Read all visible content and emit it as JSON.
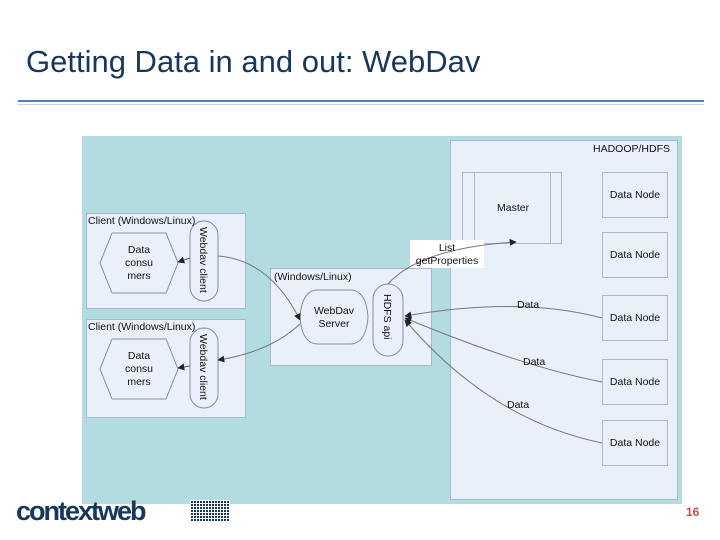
{
  "slide": {
    "title": "Getting Data in and out: WebDav",
    "page_number": "16",
    "logo": "contextweb"
  },
  "diagram": {
    "hadoop_label": "HADOOP/HDFS",
    "master_label": "Master",
    "data_nodes": [
      "Data Node",
      "Data Node",
      "Data Node",
      "Data Node",
      "Data Node"
    ],
    "clients": [
      {
        "title": "Client (Windows/Linux)",
        "consumer": [
          "Data",
          "consu",
          "mers"
        ],
        "webdav_client": "Webdav client"
      },
      {
        "title": "Client (Windows/Linux)",
        "consumer": [
          "Data",
          "consu",
          "mers"
        ],
        "webdav_client": "Webdav client"
      }
    ],
    "server": {
      "title": "(Windows/Linux)",
      "webdav_server": [
        "WebDav",
        "Server"
      ],
      "hdfs_api": "HDFS api"
    },
    "master_call": [
      "List",
      "getProperties"
    ],
    "data_labels": [
      "Data",
      "Data",
      "Data"
    ]
  }
}
